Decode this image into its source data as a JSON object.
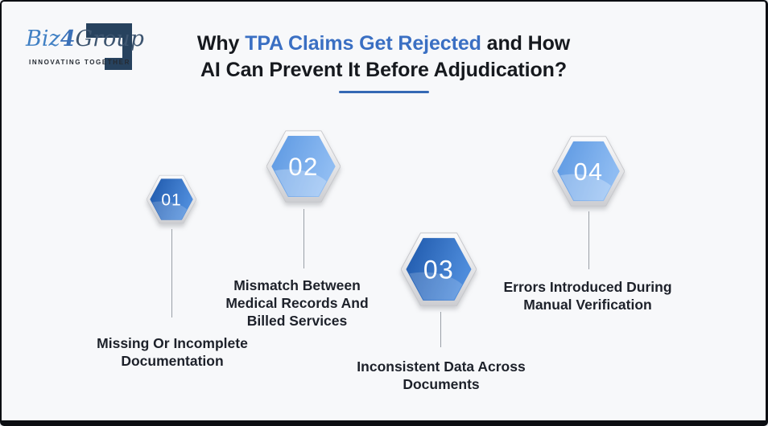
{
  "frame": {
    "background": "#f7f8fa",
    "border_color": "#0c0e12"
  },
  "logo": {
    "biz": "Biz",
    "four": "4",
    "group": "Group",
    "tagline": "INNOVATING TOGETHER",
    "accent_color": "#4080c4",
    "bracket_color": "#27425e"
  },
  "title": {
    "prefix": "Why ",
    "highlight": "TPA Claims Get Rejected",
    "suffix": " and How",
    "line2": "AI Can Prevent It Before Adjudication?",
    "highlight_color": "#3a6fc3",
    "text_color": "#16191e"
  },
  "steps": [
    {
      "number": "01",
      "variant": "dark",
      "lines": [
        "Missing Or Incomplete",
        "Documentation"
      ]
    },
    {
      "number": "02",
      "variant": "light",
      "lines": [
        "Mismatch Between",
        "Medical Records And",
        "Billed Services"
      ]
    },
    {
      "number": "03",
      "variant": "dark",
      "lines": [
        "Inconsistent Data Across",
        "Documents"
      ]
    },
    {
      "number": "04",
      "variant": "light",
      "lines": [
        "Errors Introduced During",
        "Manual Verification"
      ]
    }
  ],
  "colors": {
    "hex_dark_start": "#1e58ab",
    "hex_dark_end": "#4e8cdb",
    "hex_light_start": "#5c98e2",
    "hex_light_end": "#8fbcf2",
    "bevel_top": "#fbfbfc",
    "bevel_bottom": "#cdced2",
    "connector": "#9aa0a7"
  }
}
